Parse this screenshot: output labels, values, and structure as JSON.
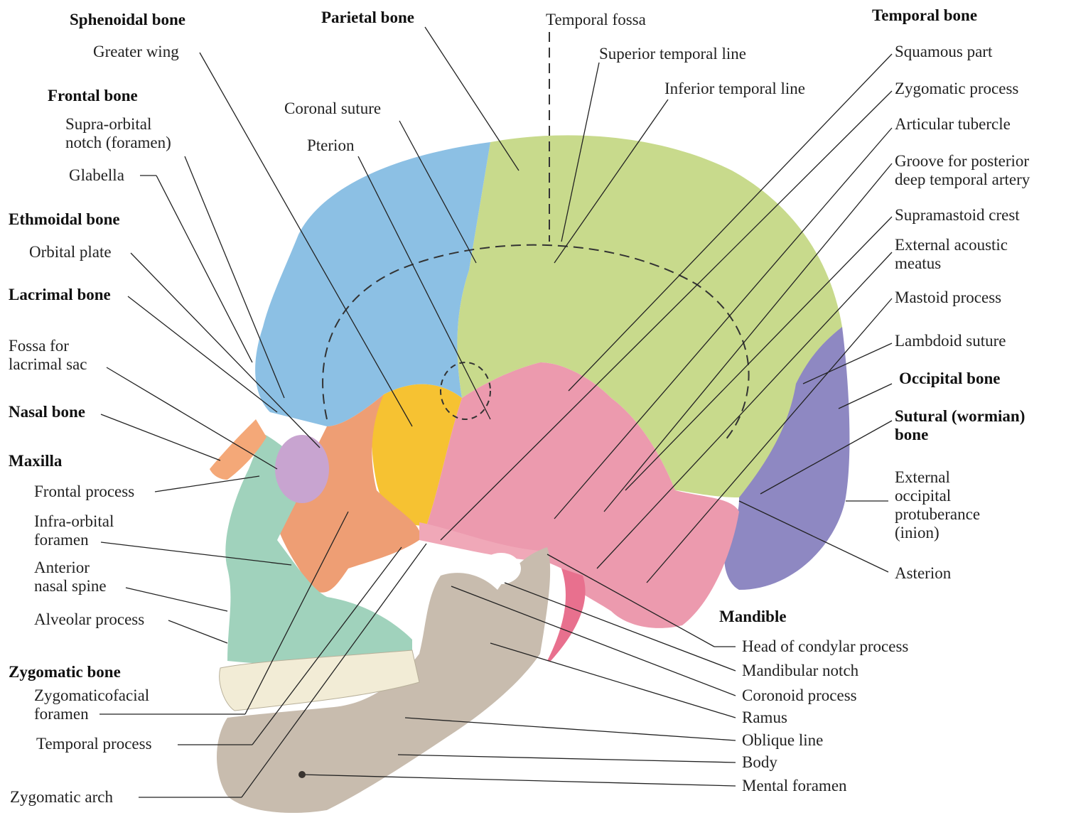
{
  "headings": {
    "sphenoidal": "Sphenoidal bone",
    "parietal": "Parietal bone",
    "temporal": "Temporal bone",
    "frontal": "Frontal bone",
    "ethmoidal": "Ethmoidal bone",
    "lacrimal": "Lacrimal bone",
    "nasal": "Nasal bone",
    "maxilla": "Maxilla",
    "zygomatic": "Zygomatic bone",
    "occipital": "Occipital bone",
    "sutural": "Sutural (wormian)\nbone",
    "mandible": "Mandible"
  },
  "labels": {
    "greater_wing": "Greater wing",
    "supraorbital_notch": "Supra-orbital\nnotch (foramen)",
    "glabella": "Glabella",
    "orbital_plate": "Orbital plate",
    "fossa_lacrimal_sac": "Fossa for\nlacrimal sac",
    "frontal_process": "Frontal process",
    "infraorbital_foramen": "Infra-orbital\nforamen",
    "anterior_nasal_spine": "Anterior\nnasal spine",
    "alveolar_process": "Alveolar process",
    "zygomaticofacial_foramen": "Zygomaticofacial\nforamen",
    "temporal_process": "Temporal process",
    "zygomatic_arch": "Zygomatic arch",
    "coronal_suture": "Coronal suture",
    "pterion": "Pterion",
    "temporal_fossa": "Temporal fossa",
    "superior_temporal_line": "Superior temporal line",
    "inferior_temporal_line": "Inferior temporal line",
    "squamous_part": "Squamous part",
    "zygomatic_process": "Zygomatic process",
    "articular_tubercle": "Articular tubercle",
    "groove_posterior_deep_temporal": "Groove for posterior\ndeep temporal artery",
    "supramastoid_crest": "Supramastoid crest",
    "external_acoustic_meatus": "External acoustic\nmeatus",
    "mastoid_process": "Mastoid process",
    "lambdoid_suture": "Lambdoid suture",
    "external_occipital_protuberance": "External\noccipital\nprotuberance\n(inion)",
    "asterion": "Asterion",
    "head_condylar_process": "Head of condylar process",
    "mandibular_notch": "Mandibular notch",
    "coronoid_process": "Coronoid process",
    "ramus": "Ramus",
    "oblique_line": "Oblique line",
    "body": "Body",
    "mental_foramen": "Mental foramen"
  },
  "colors": {
    "frontal": "#8cc0e4",
    "parietal": "#c8da8c",
    "temporal": "#ec9aae",
    "occipital": "#8e88c2",
    "sphenoid": "#f6c232",
    "zygomatic": "#ee9e74",
    "maxilla": "#a0d2bc",
    "nasal": "#f4a878",
    "lacrimal": "#c8a4d0",
    "mandible": "#c8bcae",
    "teeth": "#f2ecd6",
    "leader": "#222222"
  }
}
